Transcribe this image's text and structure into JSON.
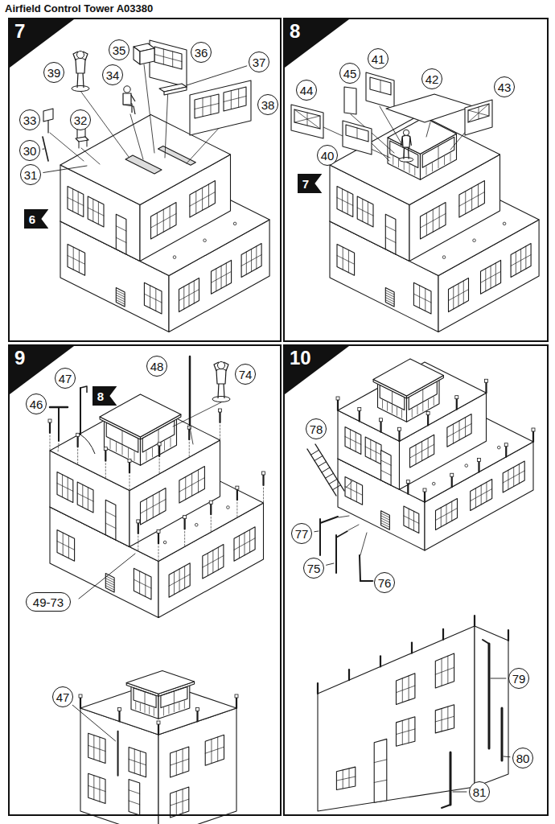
{
  "diagram": {
    "title": "Airfield Control Tower A03380",
    "nodes": [
      {
        "text": [
          "7"
        ]
      },
      {
        "text": [
          "35"
        ],
        "in": 0
      },
      {
        "text": [
          "36"
        ],
        "in": 0
      },
      {
        "text": [
          "37"
        ],
        "in": 0
      },
      {
        "text": [
          "39"
        ],
        "in": 0
      },
      {
        "text": [
          "34"
        ],
        "in": 0
      },
      {
        "text": [
          "38"
        ],
        "in": 0
      },
      {
        "text": [
          "33"
        ],
        "in": 0
      },
      {
        "text": [
          "32"
        ],
        "in": 0
      },
      {
        "text": [
          "30"
        ],
        "in": 0
      },
      {
        "text": [
          "31"
        ],
        "in": 0
      },
      {
        "text": [
          "6"
        ],
        "in": 0
      },
      {
        "text": [
          "8"
        ]
      },
      {
        "text": [
          "41"
        ],
        "in": 12
      },
      {
        "text": [
          "45"
        ],
        "in": 12
      },
      {
        "text": [
          "42"
        ],
        "in": 12
      },
      {
        "text": [
          "44"
        ],
        "in": 12
      },
      {
        "text": [
          "43"
        ],
        "in": 12
      },
      {
        "text": [
          "40"
        ],
        "in": 12
      },
      {
        "text": [
          "7"
        ],
        "in": 12
      },
      {
        "text": [
          "9"
        ]
      },
      {
        "text": [
          "48"
        ],
        "in": 20
      },
      {
        "text": [
          "47"
        ],
        "in": 20
      },
      {
        "text": [
          "74"
        ],
        "in": 20
      },
      {
        "text": [
          "46"
        ],
        "in": 20
      },
      {
        "text": [
          "8"
        ],
        "in": 20
      },
      {
        "text": [
          "49-73"
        ],
        "in": 20
      },
      {
        "text": [
          "47"
        ],
        "in": 20
      },
      {
        "text": [
          "10"
        ]
      },
      {
        "text": [
          "78"
        ],
        "in": 28
      },
      {
        "text": [
          "77"
        ],
        "in": 28
      },
      {
        "text": [
          "75"
        ],
        "in": 28
      },
      {
        "text": [
          "76"
        ],
        "in": 28
      },
      {
        "text": [
          "79"
        ],
        "in": 28
      },
      {
        "text": [
          "80"
        ],
        "in": 28
      },
      {
        "text": [
          "81"
        ],
        "in": 28
      }
    ]
  }
}
